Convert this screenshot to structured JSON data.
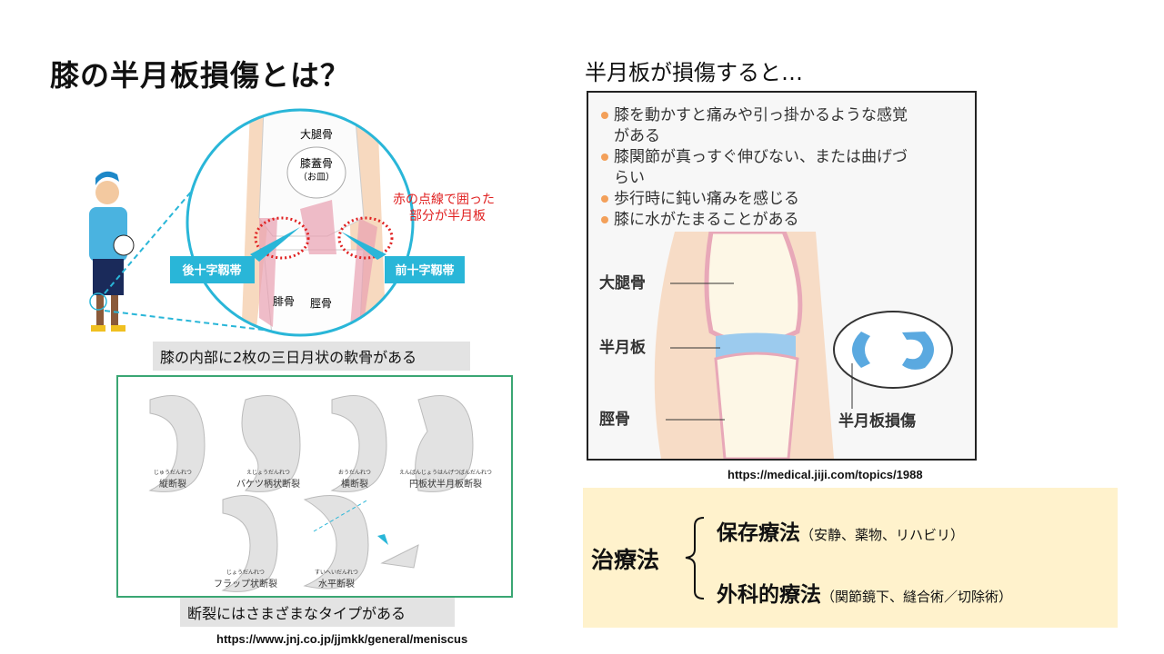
{
  "left": {
    "title": "膝の半月板損傷とは？",
    "knee_labels": {
      "femur": "大腿骨",
      "patella": "膝蓋骨",
      "patella_note": "（お皿）",
      "fibula": "腓骨",
      "tibia": "脛骨",
      "pcl": "後十字靱帯",
      "acl": "前十字靱帯",
      "annotation_line1": "赤の点線で囲った",
      "annotation_line2": "部分が半月板"
    },
    "caption1": "膝の内部に2枚の三日月状の軟骨がある",
    "tear_types": [
      {
        "ruby": "じゅうだんれつ",
        "label": "縦断裂"
      },
      {
        "ruby": "えじょうだんれつ",
        "label": "バケツ柄状断裂"
      },
      {
        "ruby": "おうだんれつ",
        "label": "横断裂"
      },
      {
        "ruby": "えんばんじょうはんげつばんだんれつ",
        "label": "円板状半月板断裂"
      },
      {
        "ruby": "じょうだんれつ",
        "label": "フラップ状断裂"
      },
      {
        "ruby": "すいへいだんれつ",
        "label": "水平断裂"
      }
    ],
    "caption2": "断裂にはさまざまなタイプがある",
    "source_url": "https://www.jnj.co.jp/jjmkk/general/meniscus"
  },
  "right": {
    "title": "半月板が損傷すると…",
    "symptoms": [
      "膝を動かすと痛みや引っ掛かるような感覚",
      "がある",
      "膝関節が真っすぐ伸びない、または曲げづ",
      "らい",
      "歩行時に鈍い痛みを感じる",
      "膝に水がたまることがある"
    ],
    "diagram_labels": {
      "femur": "大腿骨",
      "meniscus": "半月板",
      "tibia": "脛骨",
      "injury": "半月板損傷"
    },
    "source_url": "https://medical.jiji.com/topics/1988",
    "treatment": {
      "label": "治療法",
      "options": [
        {
          "name": "保存療法",
          "detail": "（安静、薬物、リハビリ）"
        },
        {
          "name": "外科的療法",
          "detail": "（関節鏡下、縫合術／切除術）"
        }
      ]
    }
  },
  "colors": {
    "cyan": "#29b6d8",
    "green": "#3aa673",
    "yellow_bg": "#fff2cc",
    "red": "#e02020",
    "bullet": "#f3a05a"
  }
}
